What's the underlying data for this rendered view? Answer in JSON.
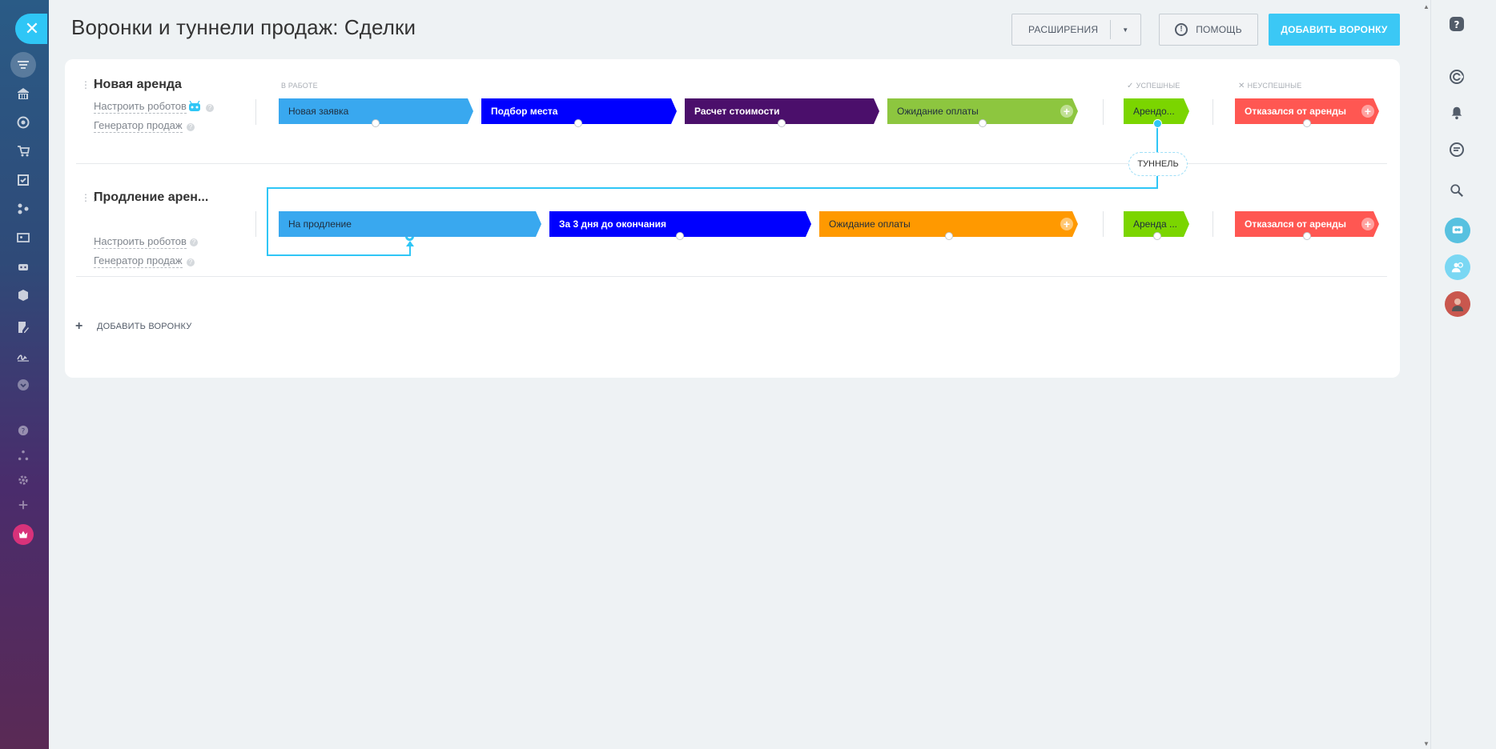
{
  "header": {
    "title": "Воронки и туннели продаж: Сделки",
    "extensions_label": "РАСШИРЕНИЯ",
    "help_label": "ПОМОЩЬ",
    "add_funnel_label": "ДОБАВИТЬ ВОРОНКУ"
  },
  "column_labels": {
    "in_progress": "В РАБОТЕ",
    "success": "УСПЕШНЫЕ",
    "fail": "НЕУСПЕШНЫЕ"
  },
  "funnels": [
    {
      "name": "Новая аренда",
      "robots_link": "Настроить роботов",
      "generator_link": "Генератор продаж",
      "stages": [
        {
          "name": "Новая заявка",
          "color": "#39a8ef"
        },
        {
          "name": "Подбор места",
          "color": "#0000ff"
        },
        {
          "name": "Расчет стоимости",
          "color": "#4b0f6b"
        },
        {
          "name": "Ожидание оплаты",
          "color": "#8dc63f"
        }
      ],
      "success_stage": {
        "name": "Арендо...",
        "color": "#7bd500"
      },
      "fail_stage": {
        "name": "Отказался от аренды",
        "color": "#ff5752"
      }
    },
    {
      "name": "Продление арен...",
      "robots_link": "Настроить роботов",
      "generator_link": "Генератор продаж",
      "stages": [
        {
          "name": "На продление",
          "color": "#39a8ef"
        },
        {
          "name": "За 3 дня до окончания",
          "color": "#0000ff"
        },
        {
          "name": "Ожидание оплаты",
          "color": "#ff9900"
        }
      ],
      "success_stage": {
        "name": "Аренда ...",
        "color": "#7bd500"
      },
      "fail_stage": {
        "name": "Отказался от аренды",
        "color": "#ff5752"
      }
    }
  ],
  "tunnel_label": "ТУННЕЛЬ",
  "add_funnel_bottom": "ДОБАВИТЬ ВОРОНКУ",
  "colors": {
    "accent": "#2fc6f6",
    "tunnel": "#2fc6f6"
  }
}
